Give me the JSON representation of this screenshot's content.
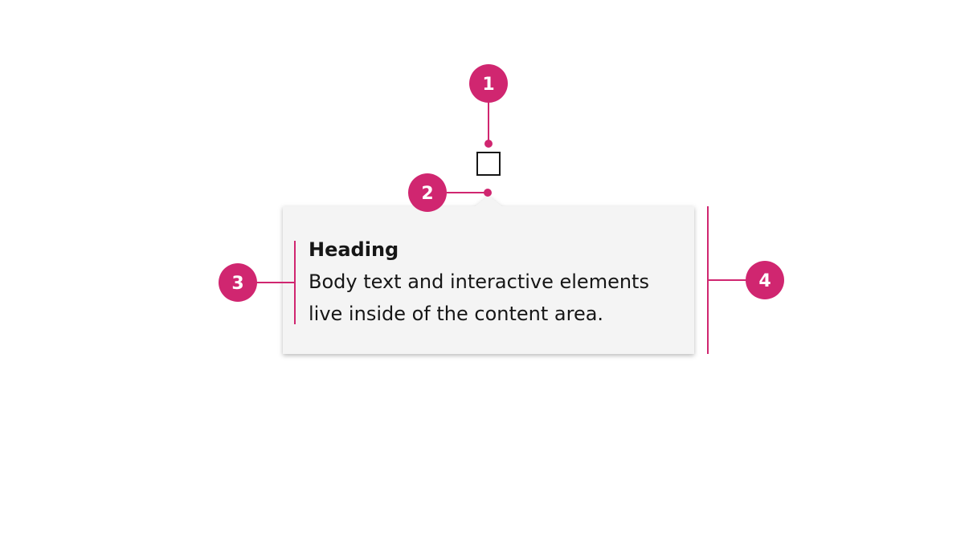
{
  "popover": {
    "heading": "Heading",
    "body_line_1": "Body text and interactive elements",
    "body_line_2": "live inside of the content area."
  },
  "markers": {
    "m1": "1",
    "m2": "2",
    "m3": "3",
    "m4": "4"
  },
  "colors": {
    "accent": "#d02670",
    "popover_background": "#f4f4f4",
    "text": "#161616",
    "page_background": "#ffffff"
  }
}
